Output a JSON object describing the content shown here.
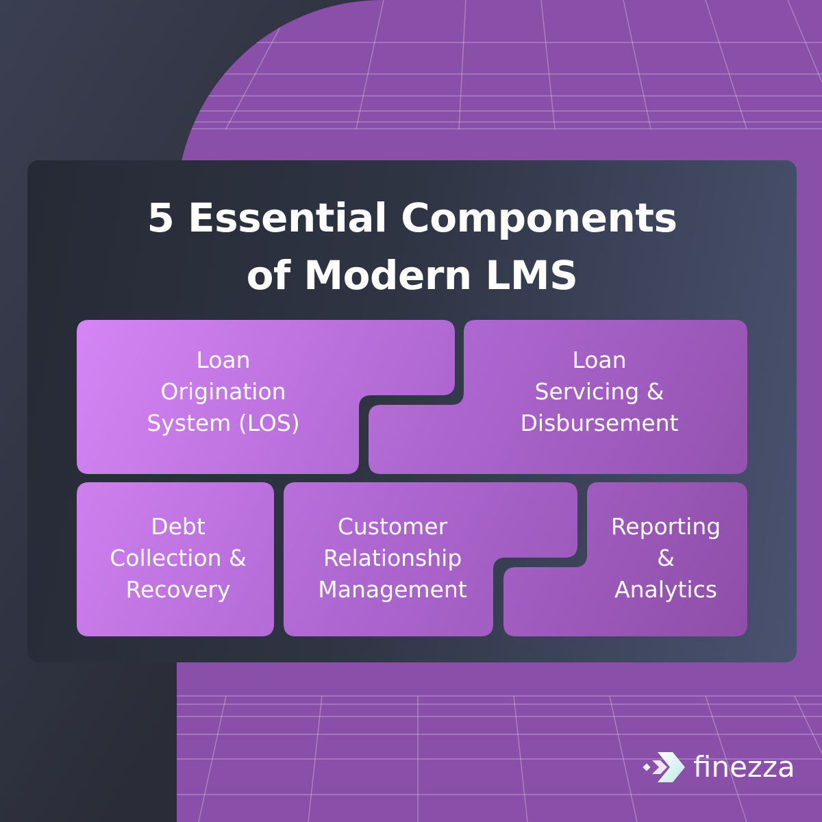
{
  "title": {
    "line1": "5 Essential Components",
    "line2": "of Modern LMS"
  },
  "components": [
    {
      "lines": [
        "Loan",
        "Origination",
        "System (LOS)"
      ]
    },
    {
      "lines": [
        "Loan",
        "Servicing &",
        "Disbursement"
      ]
    },
    {
      "lines": [
        "Debt",
        "Collection &",
        "Recovery"
      ]
    },
    {
      "lines": [
        "Customer",
        "Relationship",
        "Management"
      ]
    },
    {
      "lines": [
        "Reporting",
        "&",
        "Analytics"
      ]
    }
  ],
  "brand": {
    "name": "finezza",
    "icon": "finezza-logo-icon"
  },
  "colors": {
    "purple_background": "#8a4fa8",
    "block_light": "#d585f5",
    "block_dark": "#8e4ea8"
  }
}
